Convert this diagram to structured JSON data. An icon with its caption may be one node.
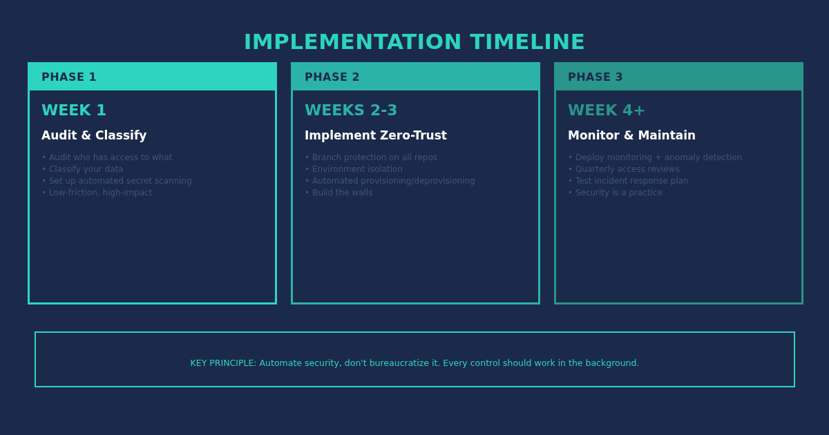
{
  "diagram": {
    "title": "IMPLEMENTATION TIMELINE",
    "nodes": [
      {
        "text": [
          "PHASE 1",
          "WEEK 1",
          "Audit & Classify",
          "• Audit who has access to what",
          "• Classify your data",
          "• Set up automated secret scanning",
          "• Low-friction, high-impact"
        ]
      },
      {
        "text": [
          "PHASE 2",
          "WEEKS 2-3",
          "Implement Zero-Trust",
          "• Branch protection on all repos",
          "• Environment isolation",
          "• Automated provisioning/deprovisioning",
          "• Build the walls"
        ]
      },
      {
        "text": [
          "PHASE 3",
          "WEEK 4+",
          "Monitor & Maintain",
          "• Deploy monitoring + anomaly detection",
          "• Quarterly access reviews",
          "• Test incident response plan",
          "• Security is a practice"
        ]
      },
      {
        "text": [
          "KEY PRINCIPLE: Automate security, don't bureaucratize it. Every control should work in the background."
        ]
      }
    ]
  }
}
